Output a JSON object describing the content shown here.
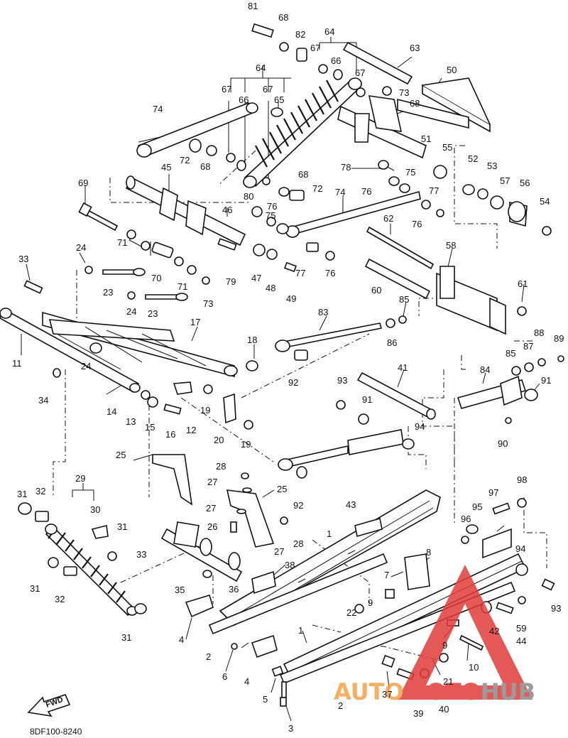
{
  "diagram": {
    "code": "8DF100-8240",
    "fwd_label": "FWD",
    "watermark": {
      "left": "AUTO",
      "mid": "MOTO",
      "right": "HUB",
      "orange": "#f3a24a",
      "red": "#e03c3c",
      "grey": "#8a8a8a"
    },
    "callouts": [
      {
        "id": "c81",
        "t": "81"
      },
      {
        "id": "c68a",
        "t": "68"
      },
      {
        "id": "c82",
        "t": "82"
      },
      {
        "id": "c64a",
        "t": "64"
      },
      {
        "id": "c67a",
        "t": "67"
      },
      {
        "id": "c66a",
        "t": "66"
      },
      {
        "id": "c63",
        "t": "63"
      },
      {
        "id": "c50",
        "t": "50"
      },
      {
        "id": "c67b",
        "t": "67"
      },
      {
        "id": "c73a",
        "t": "73"
      },
      {
        "id": "c64b",
        "t": "64"
      },
      {
        "id": "c67c",
        "t": "67"
      },
      {
        "id": "c66b",
        "t": "66"
      },
      {
        "id": "c67d",
        "t": "67"
      },
      {
        "id": "c65",
        "t": "65"
      },
      {
        "id": "c68b",
        "t": "68"
      },
      {
        "id": "c74a",
        "t": "74"
      },
      {
        "id": "c51",
        "t": "51"
      },
      {
        "id": "c55",
        "t": "55"
      },
      {
        "id": "c72a",
        "t": "72"
      },
      {
        "id": "c68c",
        "t": "68"
      },
      {
        "id": "c78",
        "t": "78"
      },
      {
        "id": "c75a",
        "t": "75"
      },
      {
        "id": "c52",
        "t": "52"
      },
      {
        "id": "c53",
        "t": "53"
      },
      {
        "id": "c45",
        "t": "45"
      },
      {
        "id": "c68d",
        "t": "68"
      },
      {
        "id": "c76a",
        "t": "76"
      },
      {
        "id": "c77a",
        "t": "77"
      },
      {
        "id": "c57",
        "t": "57"
      },
      {
        "id": "c56",
        "t": "56"
      },
      {
        "id": "c69",
        "t": "69"
      },
      {
        "id": "c72b",
        "t": "72"
      },
      {
        "id": "c74b",
        "t": "74"
      },
      {
        "id": "c54",
        "t": "54"
      },
      {
        "id": "c80",
        "t": "80"
      },
      {
        "id": "c76b",
        "t": "76"
      },
      {
        "id": "c75b",
        "t": "75"
      },
      {
        "id": "c46",
        "t": "46"
      },
      {
        "id": "c76c",
        "t": "76"
      },
      {
        "id": "c62",
        "t": "62"
      },
      {
        "id": "c71a",
        "t": "71"
      },
      {
        "id": "c24a",
        "t": "24"
      },
      {
        "id": "c58",
        "t": "58"
      },
      {
        "id": "c33a",
        "t": "33"
      },
      {
        "id": "c70",
        "t": "70"
      },
      {
        "id": "c79",
        "t": "79"
      },
      {
        "id": "c47",
        "t": "47"
      },
      {
        "id": "c48",
        "t": "48"
      },
      {
        "id": "c77b",
        "t": "77"
      },
      {
        "id": "c76d",
        "t": "76"
      },
      {
        "id": "c23a",
        "t": "23"
      },
      {
        "id": "c71b",
        "t": "71"
      },
      {
        "id": "c73b",
        "t": "73"
      },
      {
        "id": "c49",
        "t": "49"
      },
      {
        "id": "c60",
        "t": "60"
      },
      {
        "id": "c61",
        "t": "61"
      },
      {
        "id": "c24b",
        "t": "24"
      },
      {
        "id": "c23b",
        "t": "23"
      },
      {
        "id": "c85a",
        "t": "85"
      },
      {
        "id": "c83",
        "t": "83"
      },
      {
        "id": "c17",
        "t": "17"
      },
      {
        "id": "c86",
        "t": "86"
      },
      {
        "id": "c11",
        "t": "11"
      },
      {
        "id": "c18",
        "t": "18"
      },
      {
        "id": "c88",
        "t": "88"
      },
      {
        "id": "c89",
        "t": "89"
      },
      {
        "id": "c85b",
        "t": "85"
      },
      {
        "id": "c87",
        "t": "87"
      },
      {
        "id": "c24c",
        "t": "24"
      },
      {
        "id": "c92a",
        "t": "92"
      },
      {
        "id": "c41",
        "t": "41"
      },
      {
        "id": "c84",
        "t": "84"
      },
      {
        "id": "c91a",
        "t": "91"
      },
      {
        "id": "c34",
        "t": "34"
      },
      {
        "id": "c14",
        "t": "14"
      },
      {
        "id": "c93a",
        "t": "93"
      },
      {
        "id": "c91b",
        "t": "91"
      },
      {
        "id": "c13",
        "t": "13"
      },
      {
        "id": "c19a",
        "t": "19"
      },
      {
        "id": "c15",
        "t": "15"
      },
      {
        "id": "c16",
        "t": "16"
      },
      {
        "id": "c12",
        "t": "12"
      },
      {
        "id": "c20",
        "t": "20"
      },
      {
        "id": "c94a",
        "t": "94"
      },
      {
        "id": "c90",
        "t": "90"
      },
      {
        "id": "c19b",
        "t": "19"
      },
      {
        "id": "c25a",
        "t": "25"
      },
      {
        "id": "c28a",
        "t": "28"
      },
      {
        "id": "c98",
        "t": "98"
      },
      {
        "id": "c27a",
        "t": "27"
      },
      {
        "id": "c31a",
        "t": "31"
      },
      {
        "id": "c29",
        "t": "29"
      },
      {
        "id": "c25b",
        "t": "25"
      },
      {
        "id": "c97",
        "t": "97"
      },
      {
        "id": "c32a",
        "t": "32"
      },
      {
        "id": "c92b",
        "t": "92"
      },
      {
        "id": "c43",
        "t": "43"
      },
      {
        "id": "c30",
        "t": "30"
      },
      {
        "id": "c95",
        "t": "95"
      },
      {
        "id": "c27b",
        "t": "27"
      },
      {
        "id": "c96",
        "t": "96"
      },
      {
        "id": "c31b",
        "t": "31"
      },
      {
        "id": "c26",
        "t": "26"
      },
      {
        "id": "c1a",
        "t": "1"
      },
      {
        "id": "c33b",
        "t": "33"
      },
      {
        "id": "c27c",
        "t": "27"
      },
      {
        "id": "c28b",
        "t": "28"
      },
      {
        "id": "c94b",
        "t": "94"
      },
      {
        "id": "c8",
        "t": "8"
      },
      {
        "id": "c38",
        "t": "38"
      },
      {
        "id": "c7",
        "t": "7"
      },
      {
        "id": "c31c",
        "t": "31"
      },
      {
        "id": "c35",
        "t": "35"
      },
      {
        "id": "c36",
        "t": "36"
      },
      {
        "id": "c93b",
        "t": "93"
      },
      {
        "id": "c32b",
        "t": "32"
      },
      {
        "id": "c9a",
        "t": "9"
      },
      {
        "id": "c22",
        "t": "22"
      },
      {
        "id": "c42",
        "t": "42"
      },
      {
        "id": "c59",
        "t": "59"
      },
      {
        "id": "c31d",
        "t": "31"
      },
      {
        "id": "c4a",
        "t": "4"
      },
      {
        "id": "c44",
        "t": "44"
      },
      {
        "id": "c1b",
        "t": "1"
      },
      {
        "id": "c9b",
        "t": "9"
      },
      {
        "id": "c2a",
        "t": "2"
      },
      {
        "id": "c6",
        "t": "6"
      },
      {
        "id": "c4b",
        "t": "4"
      },
      {
        "id": "c10",
        "t": "10"
      },
      {
        "id": "c21",
        "t": "21"
      },
      {
        "id": "c5",
        "t": "5"
      },
      {
        "id": "c37",
        "t": "37"
      },
      {
        "id": "c2b",
        "t": "2"
      },
      {
        "id": "c39",
        "t": "39"
      },
      {
        "id": "c40",
        "t": "40"
      },
      {
        "id": "c3",
        "t": "3"
      }
    ]
  }
}
